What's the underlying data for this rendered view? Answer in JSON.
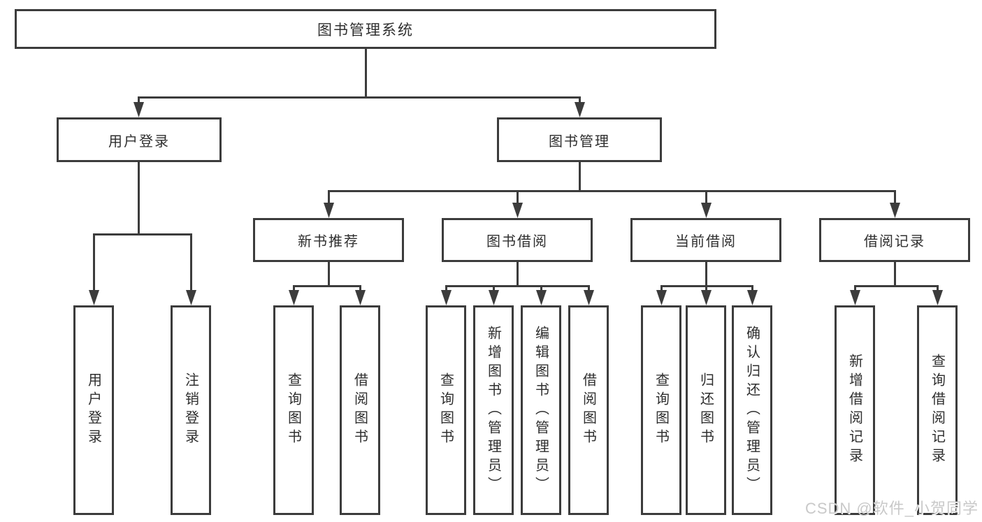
{
  "diagram": {
    "root": {
      "label": "图书管理系统"
    },
    "level2": [
      {
        "label": "用户登录"
      },
      {
        "label": "图书管理"
      }
    ],
    "level3": [
      {
        "label": "新书推荐",
        "parent": "图书管理"
      },
      {
        "label": "图书借阅",
        "parent": "图书管理"
      },
      {
        "label": "当前借阅",
        "parent": "图书管理"
      },
      {
        "label": "借阅记录",
        "parent": "图书管理"
      }
    ],
    "leaves": [
      {
        "label": "用户登录",
        "parent": "用户登录"
      },
      {
        "label": "注销登录",
        "parent": "用户登录"
      },
      {
        "label": "查询图书",
        "parent": "新书推荐"
      },
      {
        "label": "借阅图书",
        "parent": "新书推荐"
      },
      {
        "label": "查询图书",
        "parent": "图书借阅"
      },
      {
        "label": "新增图书（管理员）",
        "parent": "图书借阅"
      },
      {
        "label": "编辑图书（管理员）",
        "parent": "图书借阅"
      },
      {
        "label": "借阅图书",
        "parent": "图书借阅"
      },
      {
        "label": "查询图书",
        "parent": "当前借阅"
      },
      {
        "label": "归还图书",
        "parent": "当前借阅"
      },
      {
        "label": "确认归还（管理员）",
        "parent": "当前借阅"
      },
      {
        "label": "新增借阅记录",
        "parent": "借阅记录"
      },
      {
        "label": "查询借阅记录",
        "parent": "借阅记录"
      }
    ],
    "colors": {
      "line": "#3c3c3c",
      "text": "#2f2f2f",
      "background": "#ffffff",
      "watermark_text": "#c9c9c9"
    }
  },
  "watermark": {
    "text": "CSDN @软件_小贺同学"
  }
}
